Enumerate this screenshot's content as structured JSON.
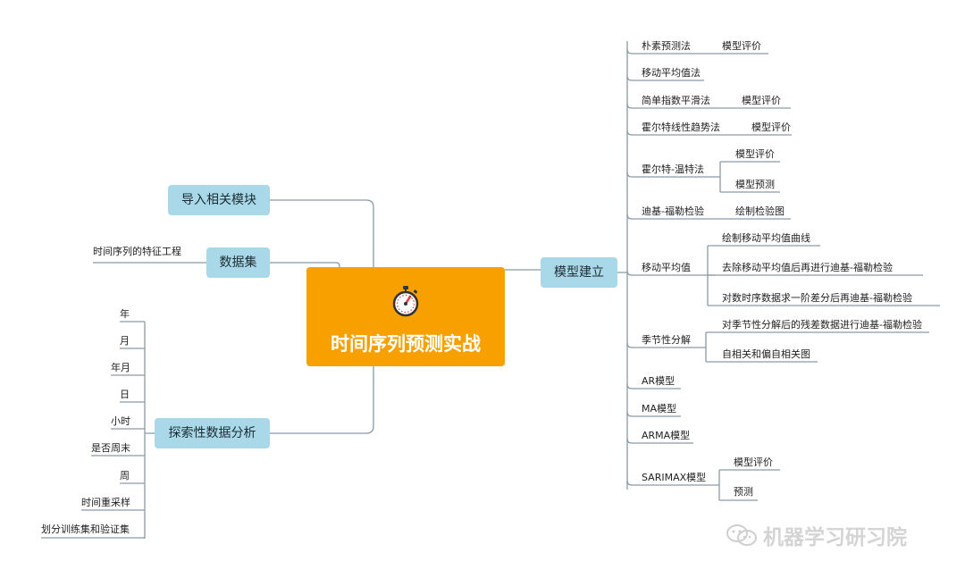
{
  "central": {
    "title": "时间序列预测实战",
    "icon": "stopwatch-icon"
  },
  "left_topics": [
    {
      "label": "导入相关模块",
      "children": []
    },
    {
      "label": "数据集",
      "children": [
        "时间序列的特征工程"
      ]
    },
    {
      "label": "探索性数据分析",
      "children": [
        "年",
        "月",
        "年月",
        "日",
        "小时",
        "是否周末",
        "周",
        "时间重采样",
        "划分训练集和验证集"
      ]
    }
  ],
  "right_topic": {
    "label": "模型建立",
    "children": [
      {
        "label": "朴素预测法",
        "children": [
          "模型评价"
        ]
      },
      {
        "label": "移动平均值法",
        "children": []
      },
      {
        "label": "简单指数平滑法",
        "children": [
          "模型评价"
        ]
      },
      {
        "label": "霍尔特线性趋势法",
        "children": [
          "模型评价"
        ]
      },
      {
        "label": "霍尔特-温特法",
        "children": [
          "模型评价",
          "模型预测"
        ]
      },
      {
        "label": "迪基-福勒检验",
        "children": [
          "绘制检验图"
        ]
      },
      {
        "label": "移动平均值",
        "children": [
          "绘制移动平均值曲线",
          "去除移动平均值后再进行迪基-福勒检验",
          "对数时序数据求一阶差分后再迪基-福勒检验"
        ]
      },
      {
        "label": "季节性分解",
        "children": [
          "对季节性分解后的残差数据进行迪基-福勒检验",
          "自相关和偏自相关图"
        ]
      },
      {
        "label": "AR模型",
        "children": []
      },
      {
        "label": "MA模型",
        "children": []
      },
      {
        "label": "ARMA模型",
        "children": []
      },
      {
        "label": "SARIMAX模型",
        "children": [
          "模型评价",
          "预测"
        ]
      }
    ]
  },
  "watermark": {
    "text": "机器学习研习院",
    "icon": "wechat-icon"
  },
  "colors": {
    "central": "#f7a000",
    "topic": "#a9d8e8",
    "line": "#8a9aa6"
  }
}
